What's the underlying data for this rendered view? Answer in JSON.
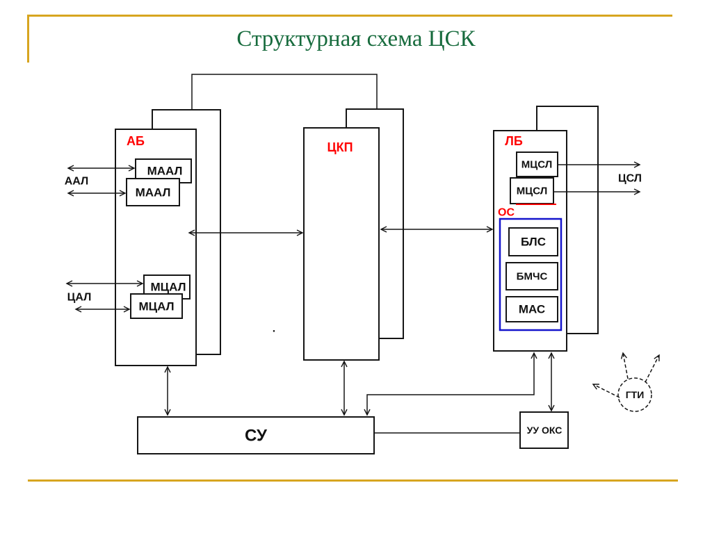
{
  "slide": {
    "title": "Структурная схема ЦСК"
  },
  "colors": {
    "title_green": "#176b3d",
    "frame_gold": "#d7a51f",
    "block_label_red": "#ff0000",
    "os_box_blue": "#1414cc",
    "diagram_black": "#151515"
  },
  "blocks": {
    "ab": {
      "label": "АБ"
    },
    "ckp": {
      "label": "ЦКП"
    },
    "lb": {
      "label": "ЛБ"
    },
    "os": {
      "label": "ОС"
    },
    "maal1": {
      "label": "МААЛ"
    },
    "maal2": {
      "label": "МААЛ"
    },
    "mcal1": {
      "label": "МЦАЛ"
    },
    "mcal2": {
      "label": "МЦАЛ"
    },
    "mcsl1": {
      "label": "МЦСЛ"
    },
    "mcsl2": {
      "label": "МЦСЛ"
    },
    "bls": {
      "label": "БЛС"
    },
    "bmchs": {
      "label": "БМЧС"
    },
    "mas": {
      "label": "МАС"
    },
    "su": {
      "label": "СУ"
    },
    "uu_oks": {
      "label": "УУ ОКС"
    },
    "gti": {
      "label": "ГТИ"
    }
  },
  "line_labels": {
    "aal": "ААЛ",
    "cal": "ЦАЛ",
    "csl": "ЦСЛ"
  },
  "stray_dot": "."
}
